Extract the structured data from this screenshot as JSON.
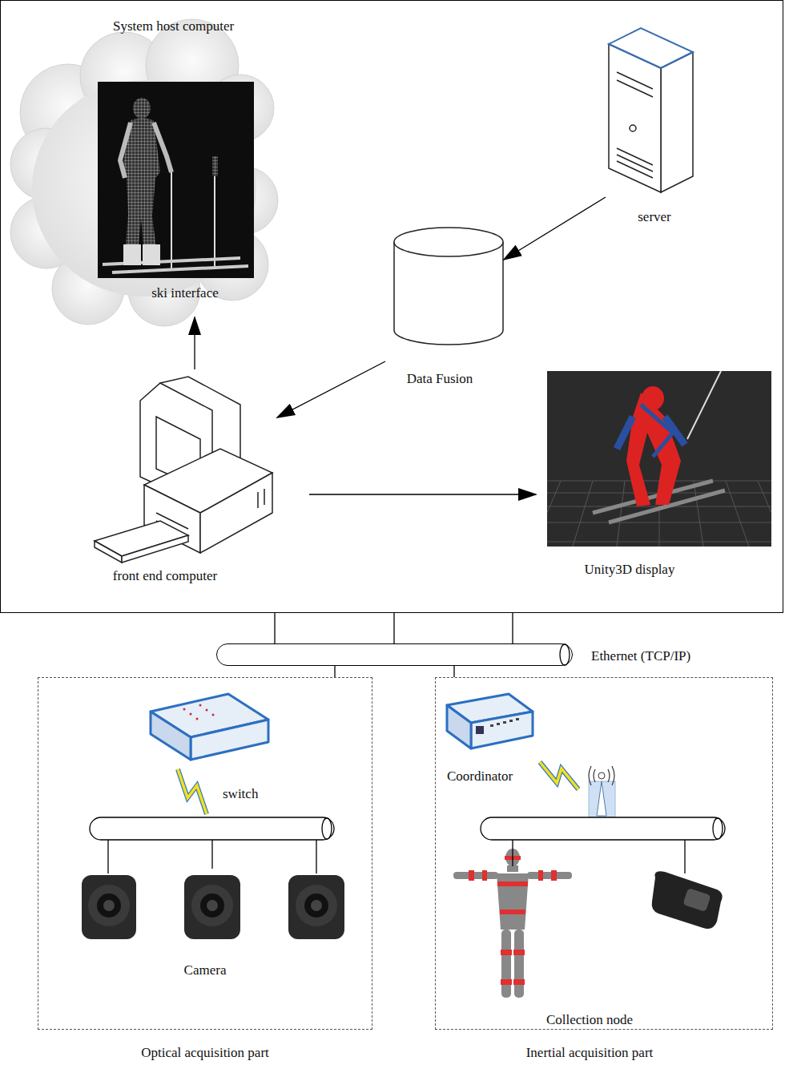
{
  "diagram": {
    "nodes": [
      {
        "text": [
          "System host computer"
        ]
      },
      {
        "text": [
          "ski interface"
        ],
        "in": 0
      },
      {
        "text": [
          "server"
        ],
        "in": 0
      },
      {
        "text": [
          "Data Fusion"
        ],
        "in": 0
      },
      {
        "text": [
          "front end computer"
        ],
        "in": 0
      },
      {
        "text": [
          "Unity3D display"
        ],
        "in": 0
      },
      {
        "text": [
          "Ethernet (TCP/IP)"
        ]
      },
      {
        "text": [
          "Optical acquisition part"
        ]
      },
      {
        "text": [
          "switch"
        ],
        "in": 7
      },
      {
        "text": [
          "Camera"
        ],
        "in": 7
      },
      {
        "text": [
          "Inertial acquisition part"
        ]
      },
      {
        "text": [
          "Coordinator"
        ],
        "in": 10
      },
      {
        "text": [
          "Collection node"
        ],
        "in": 10
      }
    ],
    "edges": [
      {
        "from": 2,
        "to": 3,
        "arrow": "to"
      },
      {
        "from": 3,
        "to": 4,
        "arrow": "to"
      },
      {
        "from": 4,
        "to": 1,
        "arrow": "to"
      },
      {
        "from": 4,
        "to": 5,
        "arrow": "to"
      },
      {
        "from": 0,
        "to": 6,
        "arrow": "none"
      },
      {
        "from": 6,
        "to": 7,
        "arrow": "none"
      },
      {
        "from": 6,
        "to": 10,
        "arrow": "none"
      },
      {
        "from": 8,
        "to": 9,
        "arrow": "none"
      },
      {
        "from": 11,
        "to": 12,
        "arrow": "none"
      }
    ]
  }
}
